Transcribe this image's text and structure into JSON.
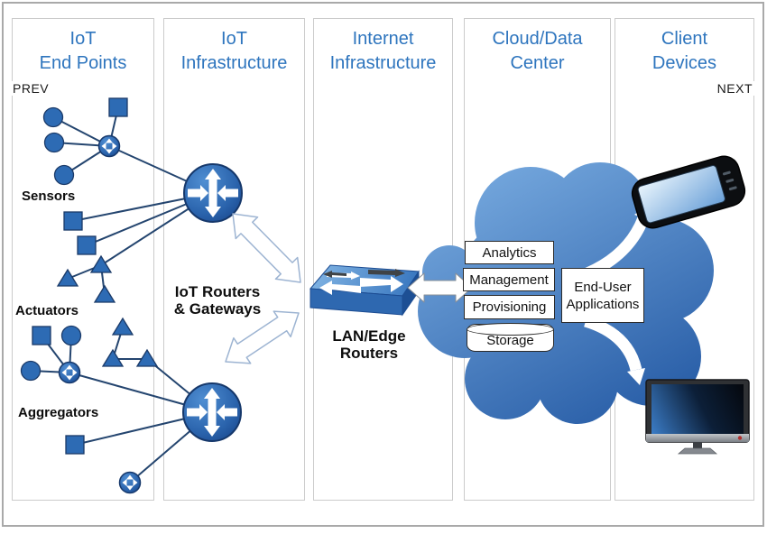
{
  "nav": {
    "prev": "PREV",
    "next": "NEXT"
  },
  "columns": [
    {
      "id": "iot-end-points",
      "title_line1": "IoT",
      "title_line2": "End Points"
    },
    {
      "id": "iot-infrastructure",
      "title_line1": "IoT",
      "title_line2": "Infrastructure"
    },
    {
      "id": "internet-infrastructure",
      "title_line1": "Internet",
      "title_line2": "Infrastructure"
    },
    {
      "id": "cloud-data-center",
      "title_line1": "Cloud/Data",
      "title_line2": "Center"
    },
    {
      "id": "client-devices",
      "title_line1": "Client",
      "title_line2": "Devices"
    }
  ],
  "network_labels": {
    "sensors": "Sensors",
    "actuators": "Actuators",
    "aggregators": "Aggregators"
  },
  "middle_labels": {
    "iot_routers_line1": "IoT Routers",
    "iot_routers_line2": "& Gateways",
    "lan_edge_line1": "LAN/Edge",
    "lan_edge_line2": "Routers"
  },
  "cloud": {
    "services": [
      "Analytics",
      "Management",
      "Provisioning",
      "Storage"
    ],
    "end_user_line1": "End-User",
    "end_user_line2": "Applications"
  },
  "colors": {
    "header_blue": "#2E75BE",
    "shape_blue": "#2D6BB4",
    "shape_outline": "#1B3A68",
    "link_line": "#24456F",
    "cloud_light": "#74A7DD",
    "cloud_dark": "#2A5FA8",
    "frame_border": "#A9A9A9",
    "column_border": "#CBCBCB"
  }
}
